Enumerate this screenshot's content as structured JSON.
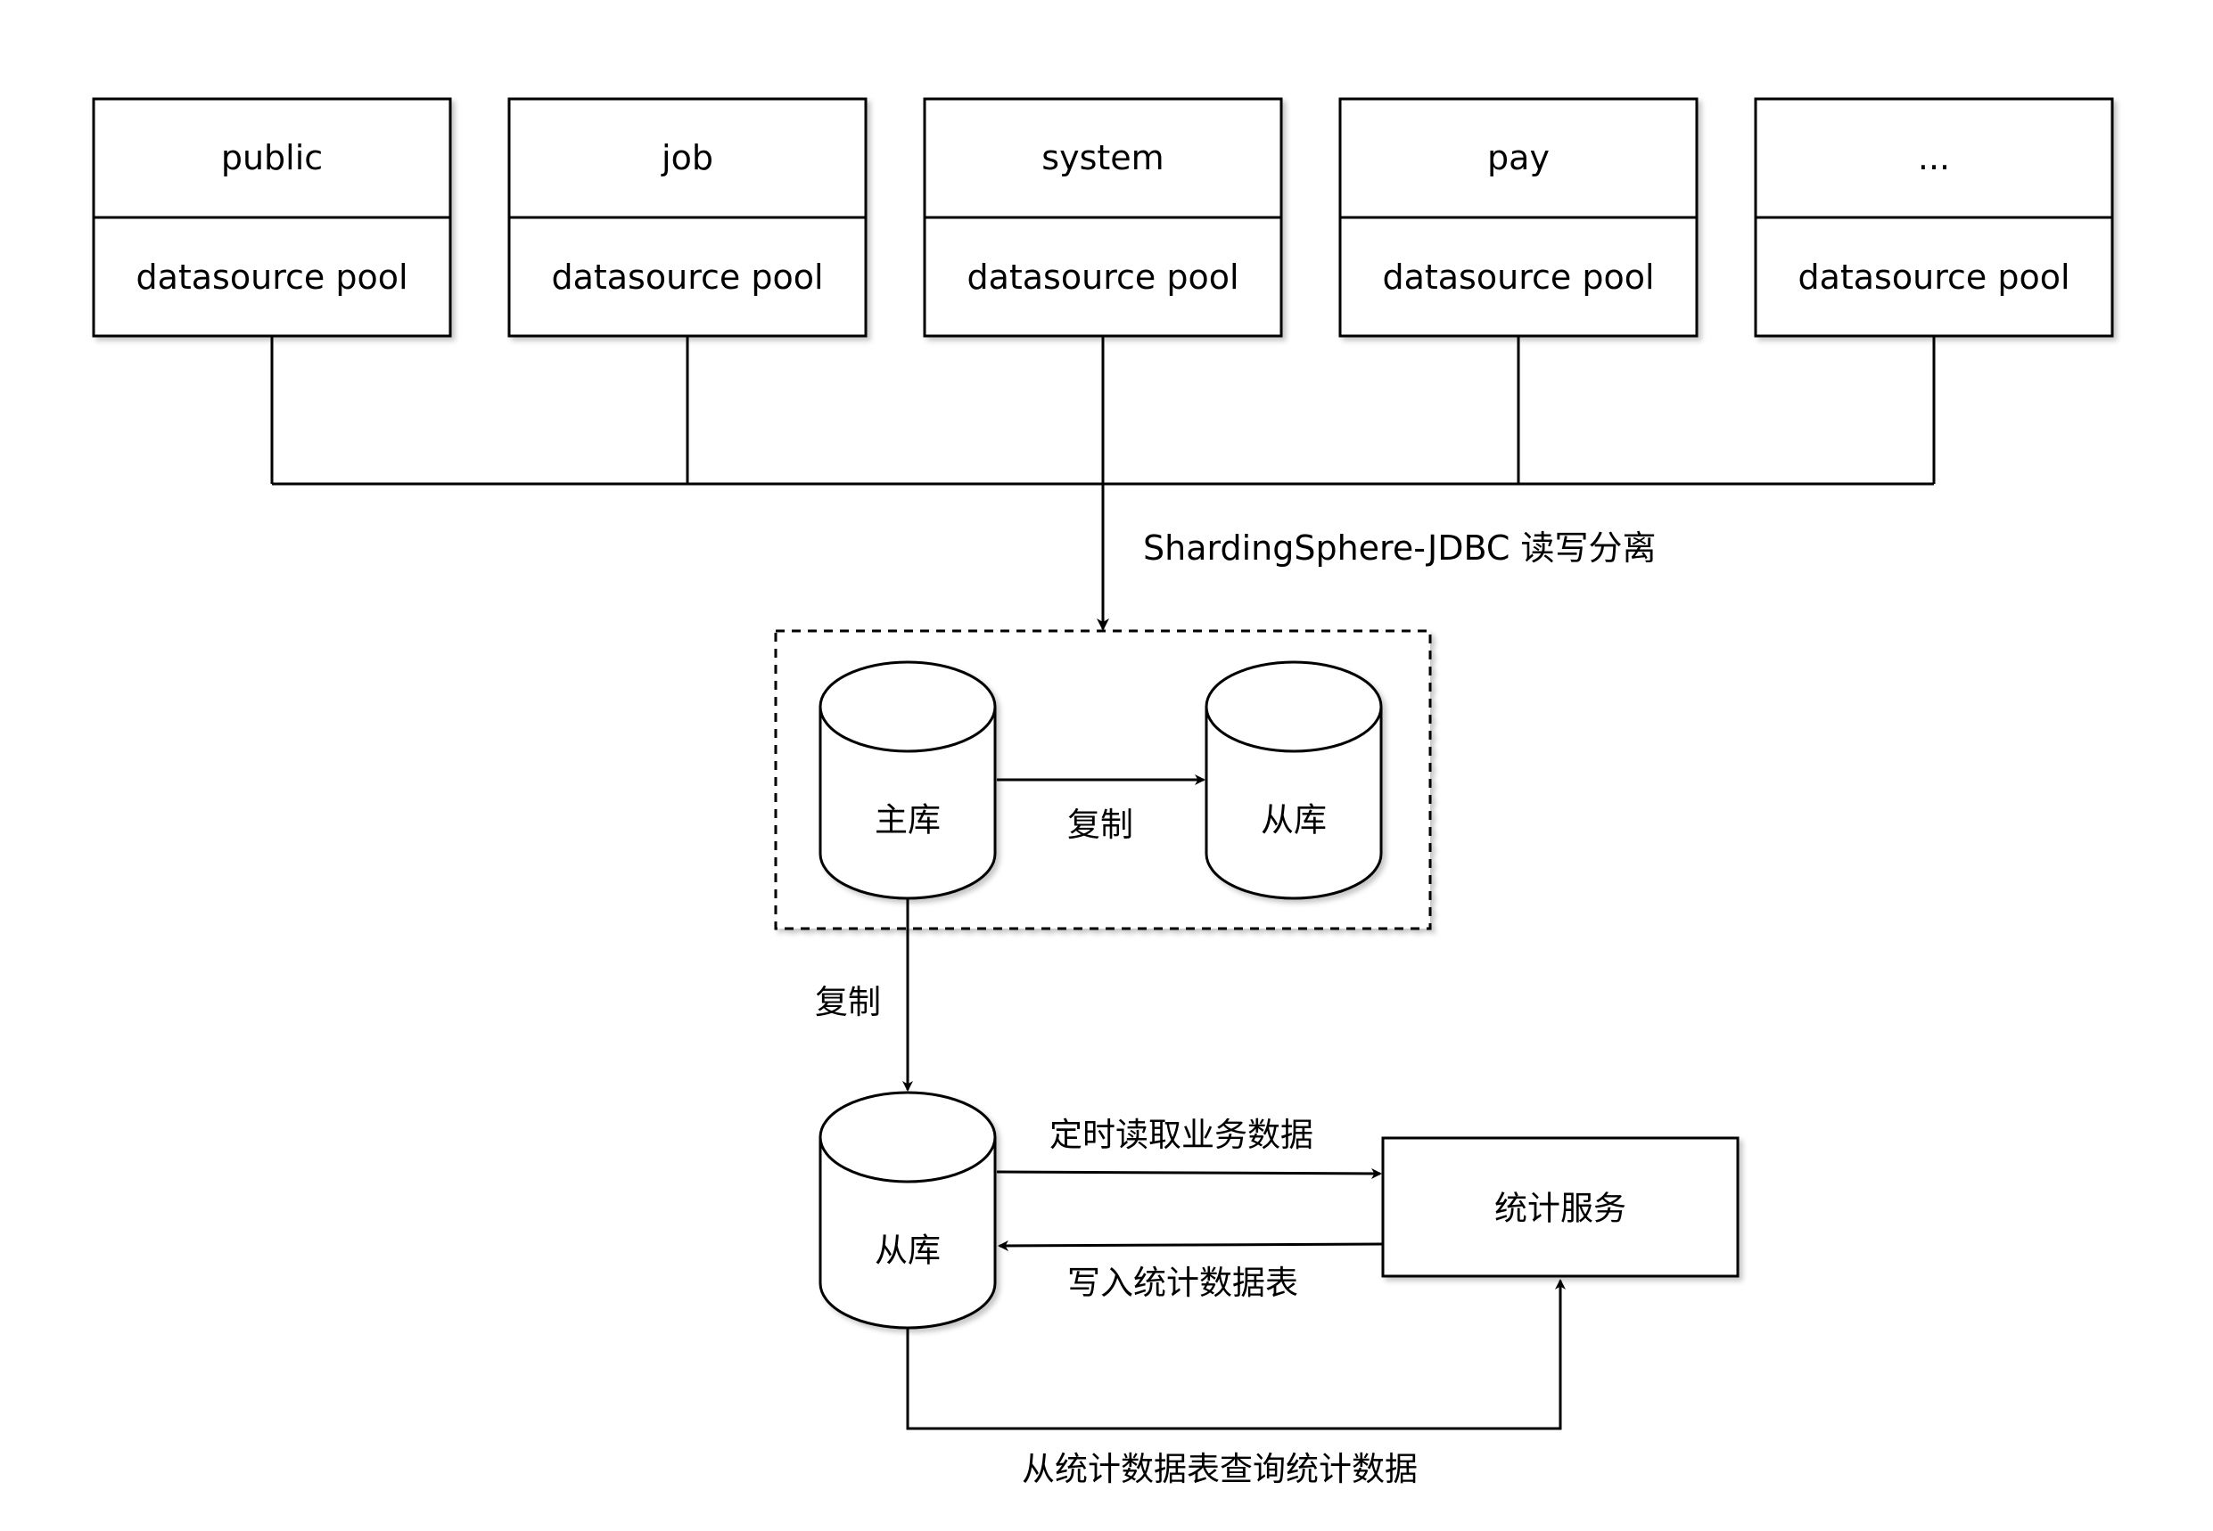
{
  "pools": [
    {
      "name": "public",
      "pool_label": "datasource pool"
    },
    {
      "name": "job",
      "pool_label": "datasource pool"
    },
    {
      "name": "system",
      "pool_label": "datasource pool"
    },
    {
      "name": "pay",
      "pool_label": "datasource pool"
    },
    {
      "name": "...",
      "pool_label": "datasource pool"
    }
  ],
  "routing_label": "ShardingSphere-JDBC 读写分离",
  "cluster": {
    "master_label": "主库",
    "replica_label": "从库",
    "replicate_label": "复制"
  },
  "replicate_down_label": "复制",
  "stats_replica_label": "从库",
  "stats_service_label": "统计服务",
  "edge_read_label": "定时读取业务数据",
  "edge_write_label": "写入统计数据表",
  "edge_query_label": "从统计数据表查询统计数据"
}
